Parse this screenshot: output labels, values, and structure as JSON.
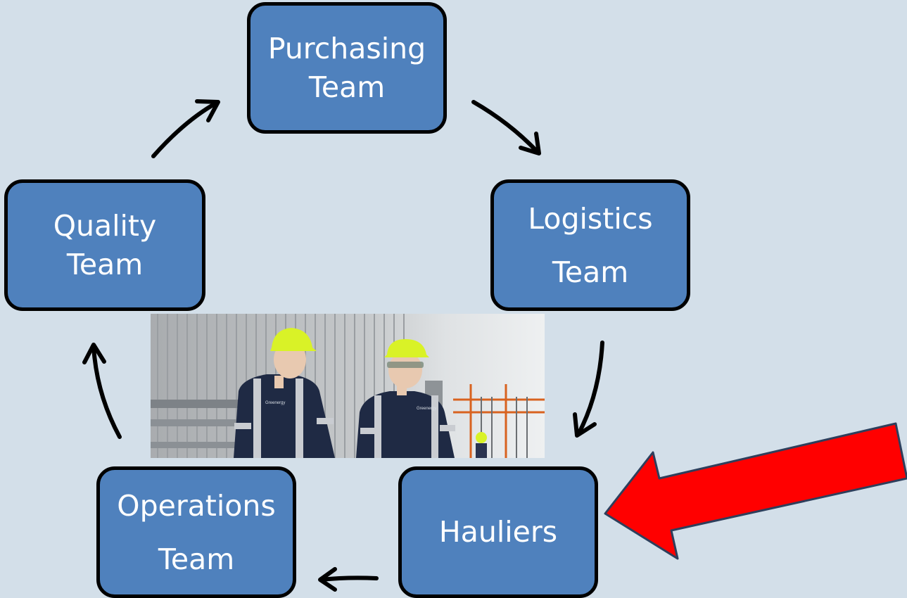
{
  "nodes": {
    "purchasing": {
      "line1": "Purchasing",
      "line2": "Team"
    },
    "logistics": {
      "line1": "Logistics",
      "line2": "Team"
    },
    "quality": {
      "line1": "Quality",
      "line2": "Team"
    },
    "operations": {
      "line1": "Operations",
      "line2": "Team"
    },
    "hauliers": {
      "line1": "Hauliers"
    }
  },
  "photo": {
    "badge_left": "Greenergy",
    "badge_right": "Greenergy"
  },
  "colors": {
    "background": "#d3dfe9",
    "node_fill": "#4f81bd",
    "node_border": "#000000",
    "highlight_arrow": "#ff0000"
  },
  "icons": [
    "cycle-arrow-icon",
    "highlight-arrow-icon"
  ]
}
